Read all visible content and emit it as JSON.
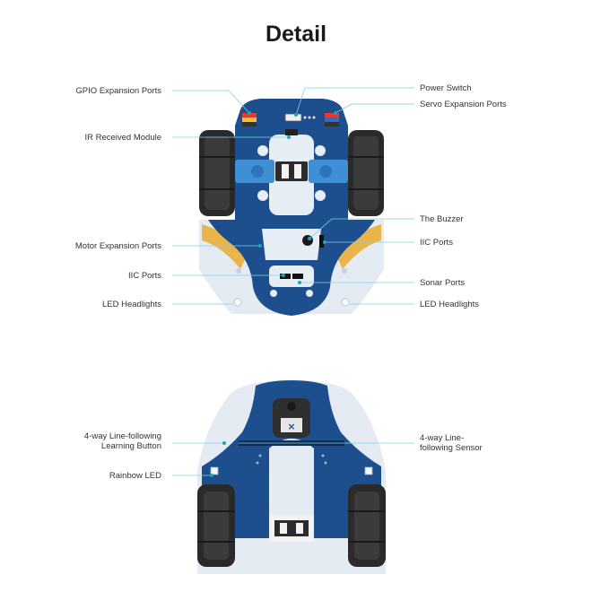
{
  "title": "Detail",
  "top_view": {
    "labels_left": [
      {
        "id": "gpio",
        "text": "GPIO Expansion Ports"
      },
      {
        "id": "ir",
        "text": "IR Received Module"
      },
      {
        "id": "motor",
        "text": "Motor Expansion Ports"
      },
      {
        "id": "iic_left",
        "text": "IIC Ports"
      },
      {
        "id": "led_left",
        "text": "LED Headlights"
      }
    ],
    "labels_right": [
      {
        "id": "power",
        "text": "Power Switch"
      },
      {
        "id": "servo",
        "text": "Servo Expansion Ports"
      },
      {
        "id": "buzzer",
        "text": "The Buzzer"
      },
      {
        "id": "iic_right",
        "text": "IIC Ports"
      },
      {
        "id": "sonar",
        "text": "Sonar Ports"
      },
      {
        "id": "led_right",
        "text": "LED Headlights"
      }
    ]
  },
  "bottom_view": {
    "labels_left": [
      {
        "id": "learn_btn",
        "text": "4-way Line-following\nLearning Button"
      },
      {
        "id": "rainbow",
        "text": "Rainbow LED"
      }
    ],
    "labels_right": [
      {
        "id": "line_sensor",
        "text": "4-way Line-\nfollowing Sensor"
      }
    ]
  },
  "colors": {
    "board_blue": "#1d4f8f",
    "shell": "#e4ebf3",
    "wheel": "#2a2a2a",
    "accent_yellow": "#e9b54a",
    "leader_line": "#7fd0df",
    "motor_blue": "#3f8fd6"
  }
}
